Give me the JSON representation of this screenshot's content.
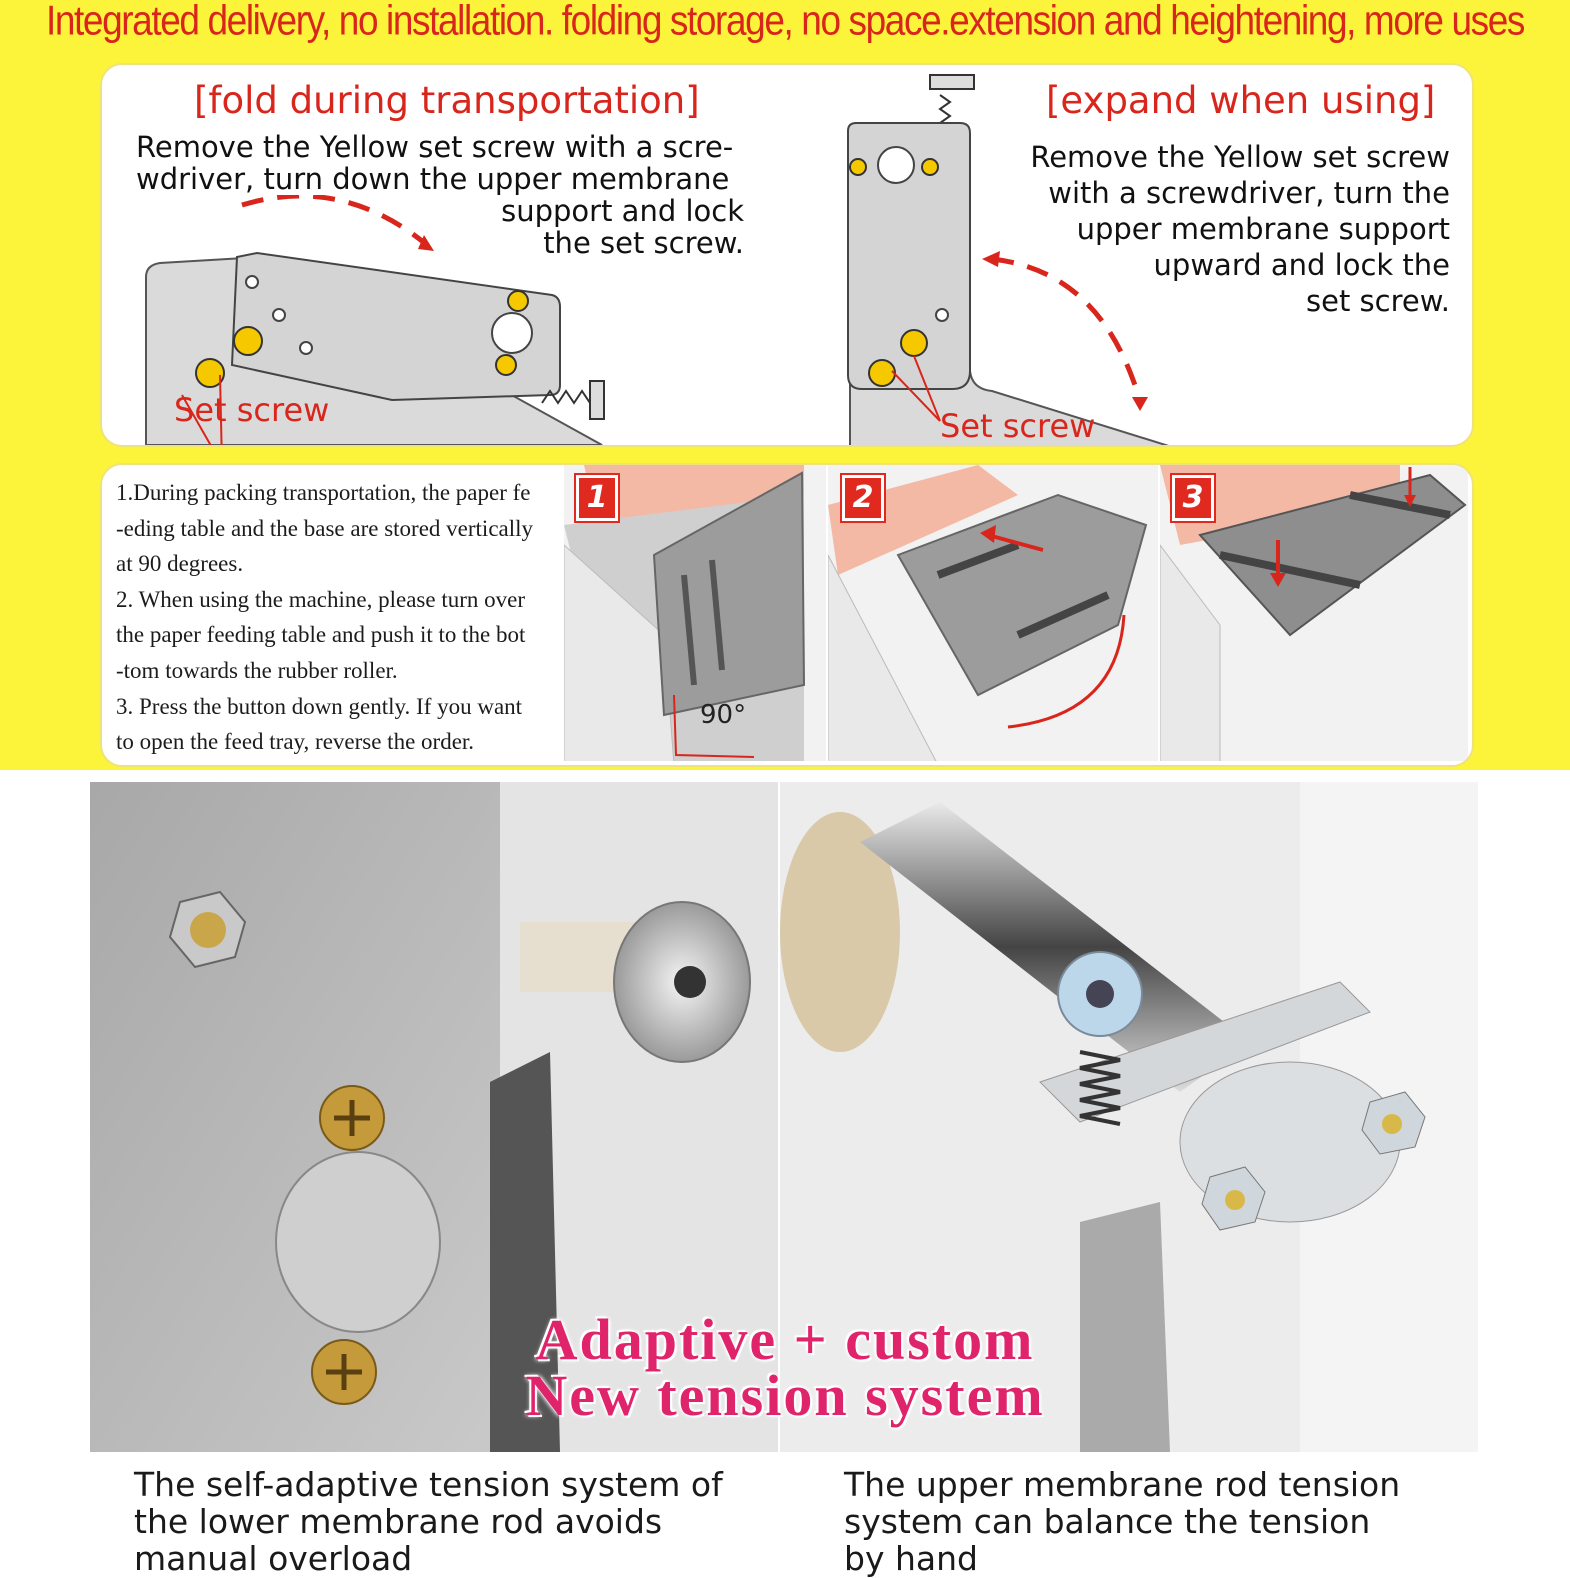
{
  "banner": "Integrated delivery, no installation. folding storage, no space.extension and heightening, more uses",
  "fold": {
    "title": "[fold during transportation]",
    "lines": [
      "Remove the Yellow set screw with a scre-",
      "wdriver, turn down the upper membrane",
      "support and lock",
      "the set screw."
    ],
    "label": "Set screw"
  },
  "expand": {
    "title": "[expand when using]",
    "lines": [
      "Remove the Yellow set screw",
      "with a screwdriver, turn the",
      "upper  membrane  support",
      "upward and lock the",
      "set screw."
    ],
    "label": "Set screw"
  },
  "steps": {
    "lines": [
      "1.During packing transportation, the paper fe",
      "-eding table and the base are stored vertically",
      "at 90 degrees.",
      "2. When using the machine, please turn over",
      "the paper feeding table and push it to the bot",
      "-tom towards the rubber roller.",
      "3. Press the button down gently. If you want",
      "to open the feed tray, reverse the order."
    ],
    "angle": "90°",
    "badges": [
      "1",
      "2",
      "3"
    ]
  },
  "headline": {
    "line1": "Adaptive + custom",
    "line2": "New tension system"
  },
  "captions": {
    "left": [
      "The self-adaptive tension system of",
      "the lower membrane rod avoids",
      "manual overload"
    ],
    "right": [
      "The upper membrane rod tension",
      "system can balance the tension",
      "by hand"
    ]
  },
  "colors": {
    "yellow": "#fcf43a",
    "red": "#d9261c",
    "pink": "#e0246b"
  }
}
